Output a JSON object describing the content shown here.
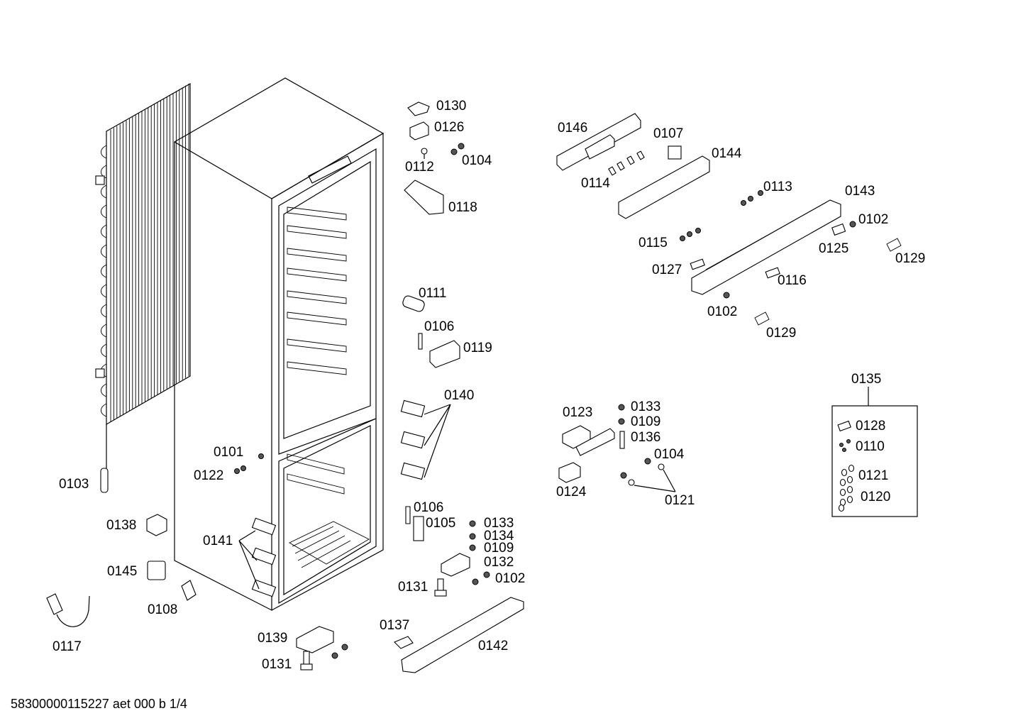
{
  "document_code": "58300000115227 aet 000 b 1/4",
  "labels": {
    "p0101": "0101",
    "p0102a": "0102",
    "p0102b": "0102",
    "p0102c": "0102",
    "p0103": "0103",
    "p0104a": "0104",
    "p0104b": "0104",
    "p0105": "0105",
    "p0106a": "0106",
    "p0106b": "0106",
    "p0107": "0107",
    "p0108": "0108",
    "p0109a": "0109",
    "p0109b": "0109",
    "p0110": "0110",
    "p0111": "0111",
    "p0112": "0112",
    "p0113": "0113",
    "p0114": "0114",
    "p0115": "0115",
    "p0116": "0116",
    "p0117": "0117",
    "p0118": "0118",
    "p0119": "0119",
    "p0120": "0120",
    "p0121a": "0121",
    "p0121b": "0121",
    "p0122": "0122",
    "p0123": "0123",
    "p0124": "0124",
    "p0125": "0125",
    "p0126": "0126",
    "p0127": "0127",
    "p0128": "0128",
    "p0129a": "0129",
    "p0129b": "0129",
    "p0130": "0130",
    "p0131a": "0131",
    "p0131b": "0131",
    "p0132": "0132",
    "p0133a": "0133",
    "p0133b": "0133",
    "p0134": "0134",
    "p0135": "0135",
    "p0136": "0136",
    "p0137": "0137",
    "p0138": "0138",
    "p0139": "0139",
    "p0140": "0140",
    "p0141": "0141",
    "p0142": "0142",
    "p0143": "0143",
    "p0144": "0144",
    "p0145": "0145",
    "p0146": "0146"
  }
}
